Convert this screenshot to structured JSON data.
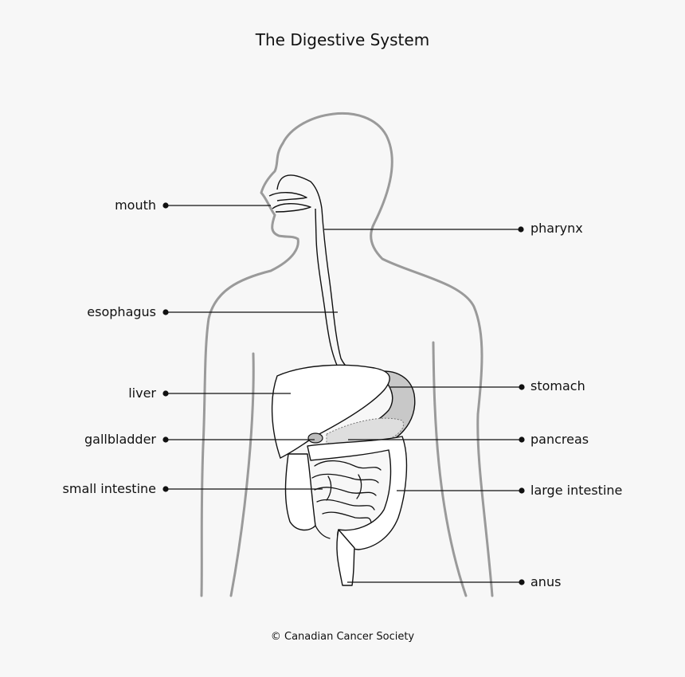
{
  "title": "The Digestive System",
  "labels": {
    "mouth": "mouth",
    "pharynx": "pharynx",
    "esophagus": "esophagus",
    "liver": "liver",
    "stomach": "stomach",
    "gallbladder": "gallbladder",
    "pancreas": "pancreas",
    "small_intestine": "small intestine",
    "large_intestine": "large intestine",
    "anus": "anus"
  },
  "copyright": "© Canadian Cancer Society",
  "colors": {
    "background": "#f7f7f7",
    "body_outline": "#9a9a9a",
    "organ_stroke": "#111111",
    "stomach_fill": "#c8c8c8",
    "pancreas_fill": "#dedede"
  }
}
